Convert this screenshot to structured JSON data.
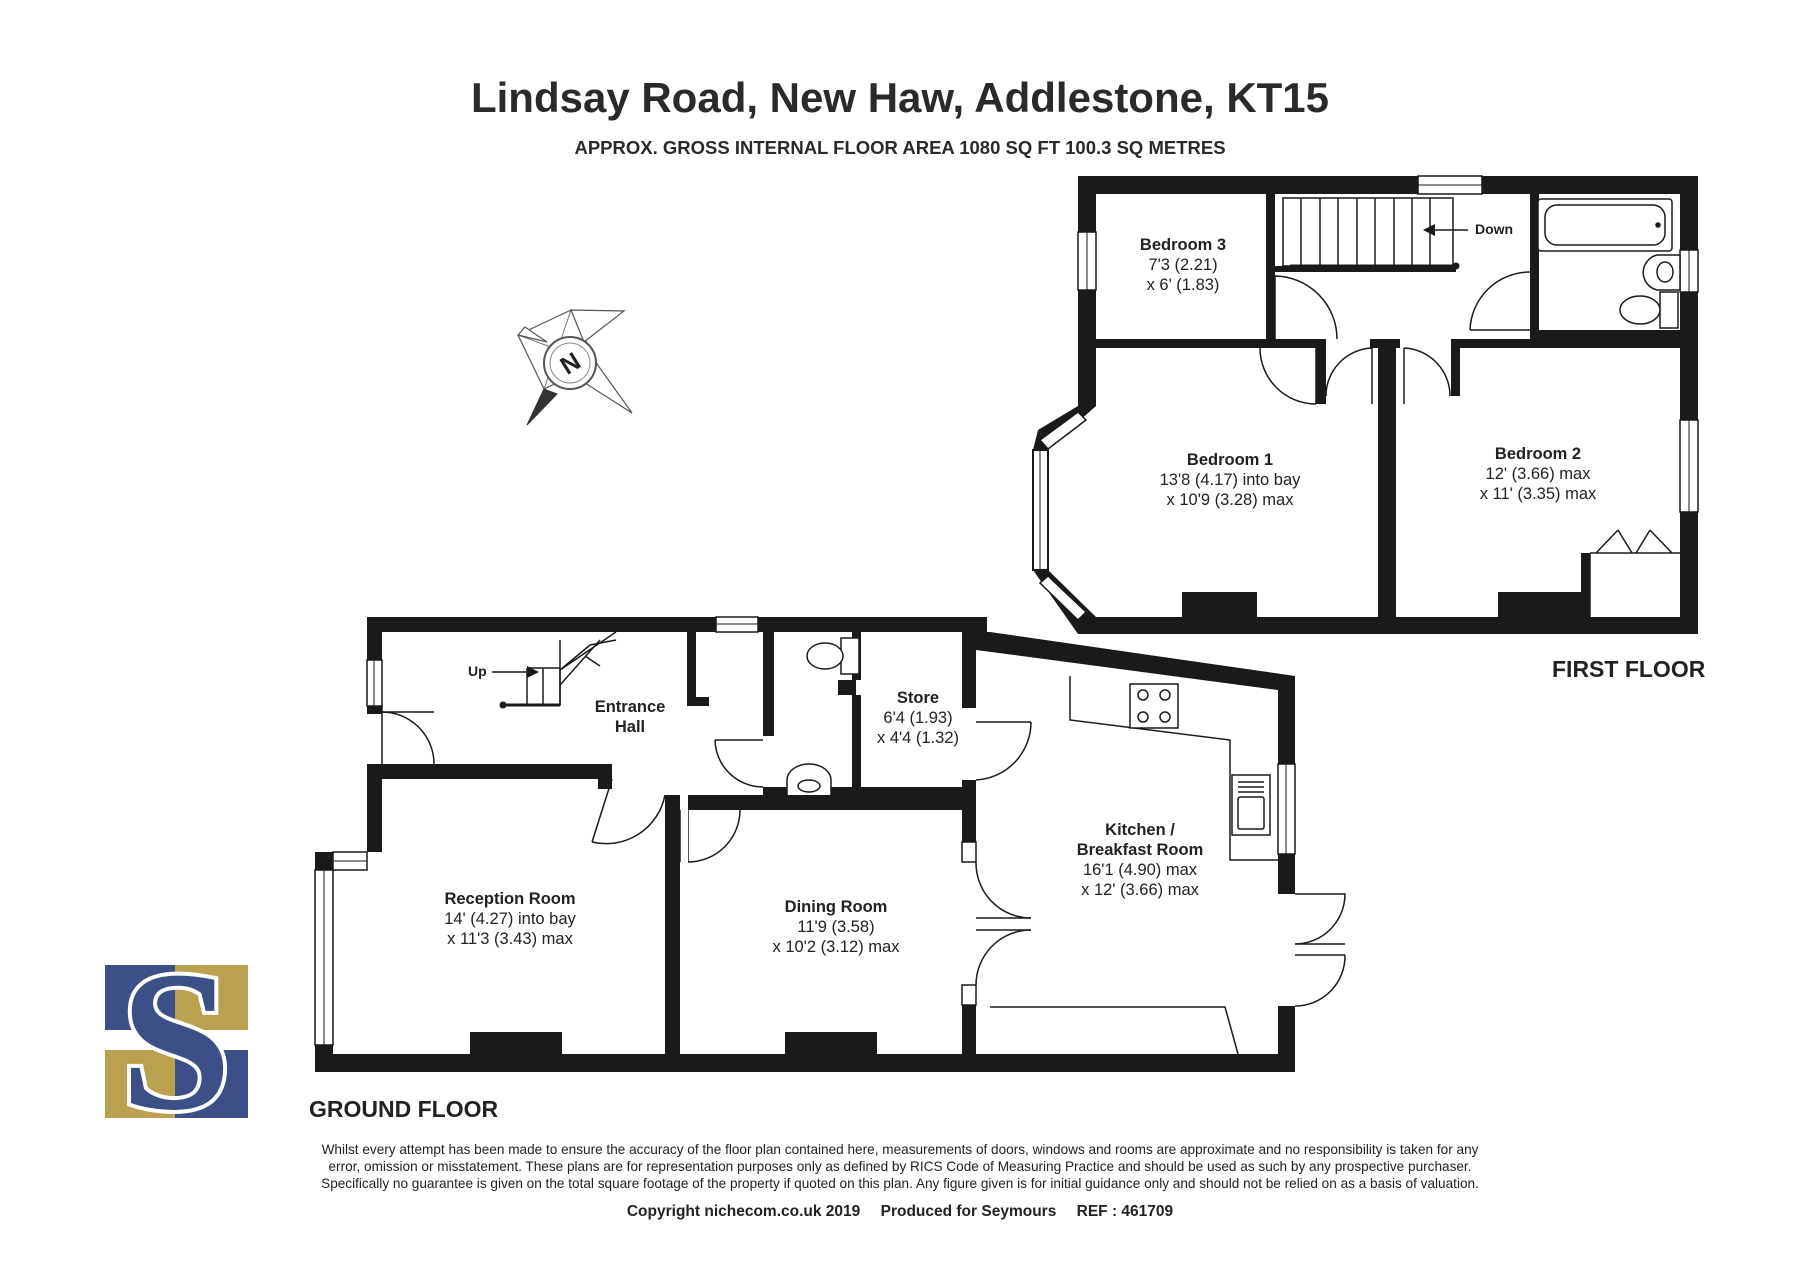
{
  "title": "Lindsay Road, New Haw, Addlestone, KT15",
  "subtitle": "APPROX. GROSS INTERNAL FLOOR AREA 1080 SQ FT 100.3 SQ METRES",
  "compass": {
    "label": "N"
  },
  "logo": {
    "letter": "S",
    "colors": {
      "blue": "#3c4f86",
      "gold": "#b9a14f"
    }
  },
  "first_floor": {
    "label": "FIRST FLOOR",
    "stairs_label": "Down",
    "rooms": [
      {
        "name": "Bedroom 3",
        "dims": [
          "7'3 (2.21)",
          "x 6' (1.83)"
        ]
      },
      {
        "name": "Bedroom 1",
        "dims": [
          "13'8 (4.17) into bay",
          "x 10'9 (3.28) max"
        ]
      },
      {
        "name": "Bedroom 2",
        "dims": [
          "12' (3.66) max",
          "x 11' (3.35) max"
        ]
      }
    ]
  },
  "ground_floor": {
    "label": "GROUND FLOOR",
    "stairs_label": "Up",
    "rooms": [
      {
        "name": "Entrance",
        "name2": "Hall"
      },
      {
        "name": "Store",
        "dims": [
          "6'4 (1.93)",
          "x 4'4 (1.32)"
        ]
      },
      {
        "name": "Kitchen /",
        "name2": "Breakfast Room",
        "dims": [
          "16'1 (4.90) max",
          "x 12' (3.66) max"
        ]
      },
      {
        "name": "Reception Room",
        "dims": [
          "14' (4.27) into bay",
          "x 11'3 (3.43) max"
        ]
      },
      {
        "name": "Dining Room",
        "dims": [
          "11'9 (3.58)",
          "x 10'2 (3.12) max"
        ]
      }
    ]
  },
  "disclaimer": [
    "Whilst every attempt has been made to ensure the accuracy of the floor plan contained here, measurements of doors, windows and rooms are approximate and no responsibility is taken for any",
    "error, omission or misstatement. These plans are for representation purposes only as defined by RICS Code of Measuring Practice and should be used as such by any prospective purchaser.",
    "Specifically no guarantee is given on the total square footage of the property if quoted on this plan. Any figure given is for initial guidance only and should not be relied on as a basis of valuation."
  ],
  "footer": {
    "copyright": "Copyright nichecom.co.uk 2019",
    "produced": "Produced for Seymours",
    "ref": "REF :  461709"
  }
}
